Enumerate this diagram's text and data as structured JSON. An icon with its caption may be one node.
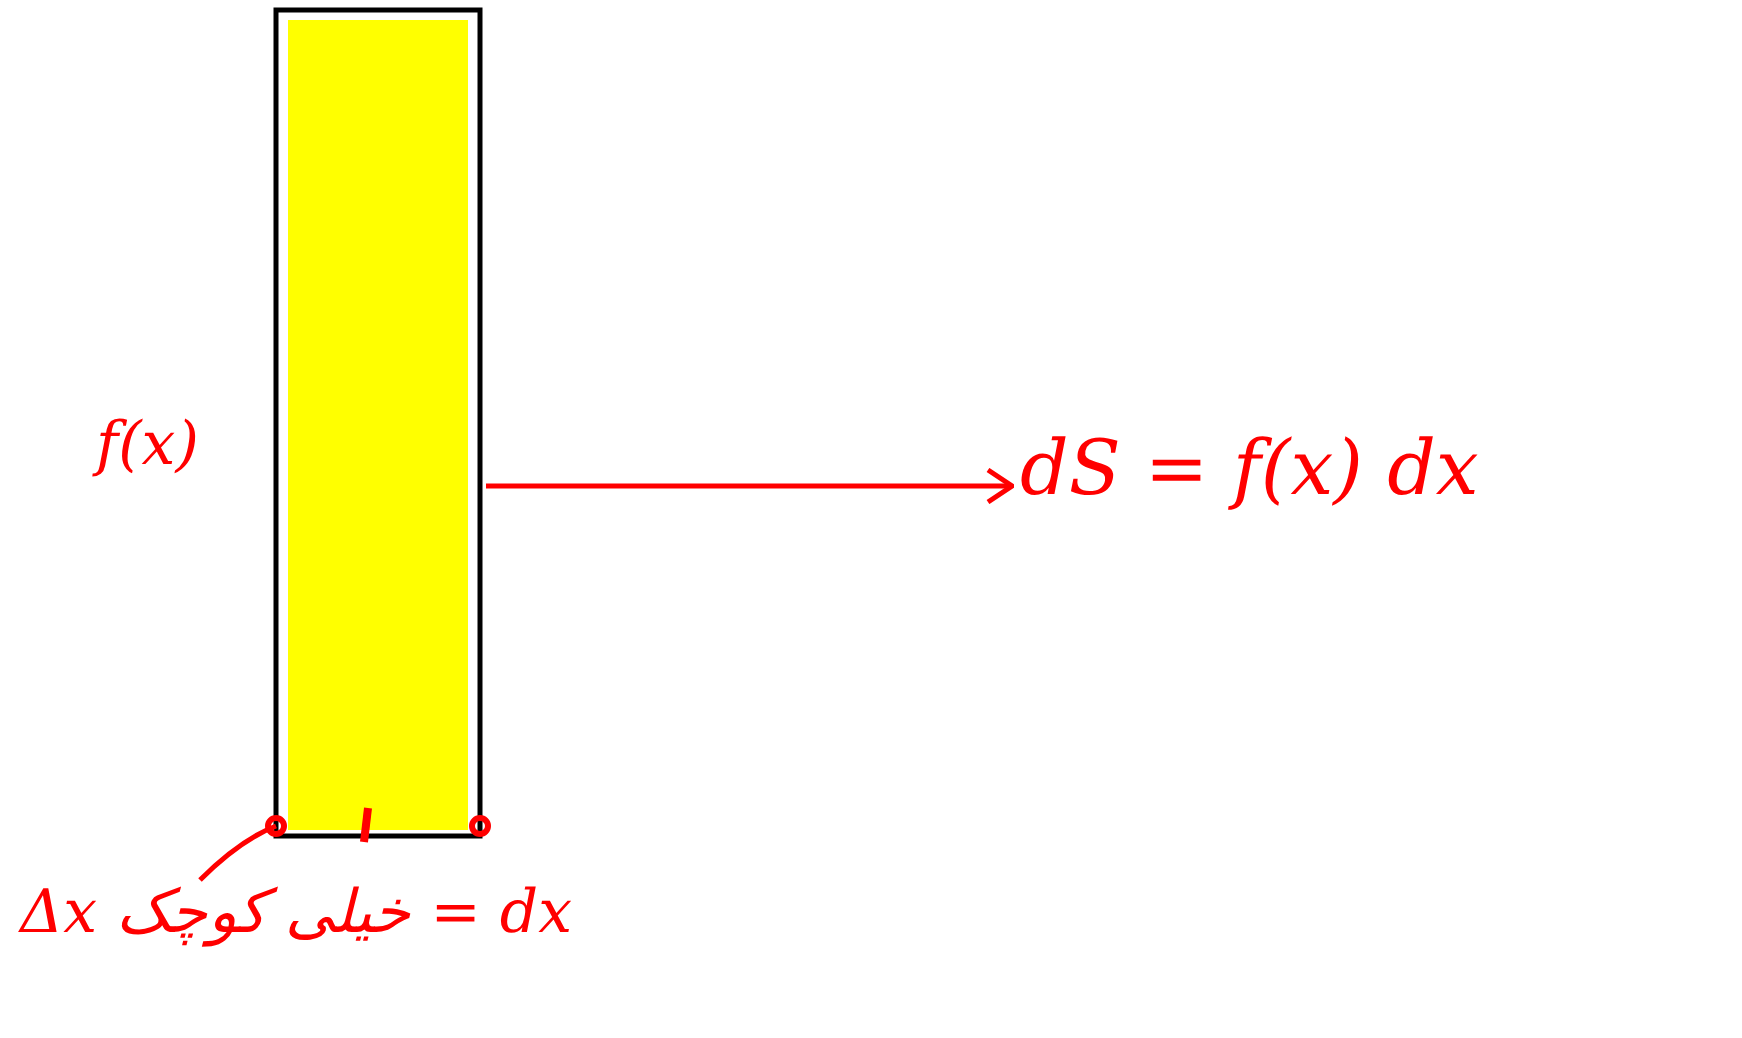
{
  "diagram": {
    "nodes": [
      {
        "text": [],
        "shape": "bar",
        "beside": [
          "f(x)"
        ]
      },
      {
        "text": [
          "dS = f(x) dx"
        ]
      },
      {
        "text": [
          "Δx خیلی کوچک = dx"
        ]
      }
    ],
    "edges": [
      {
        "from": 0,
        "to": 1,
        "arrow": "to"
      },
      {
        "from": 2,
        "to": 0,
        "arrow": "none"
      }
    ]
  }
}
